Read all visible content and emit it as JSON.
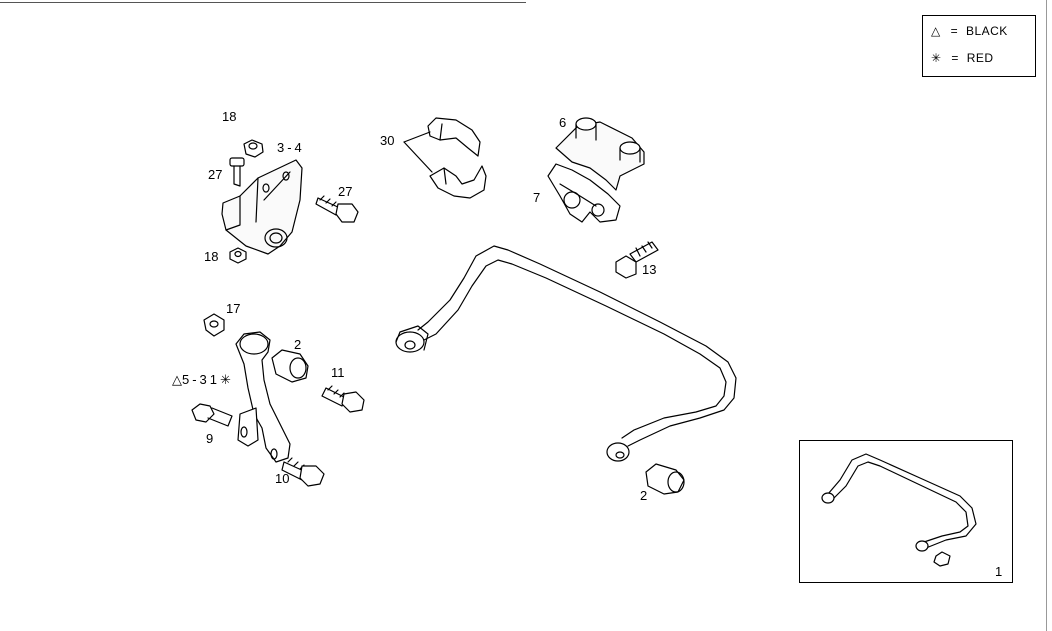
{
  "legend": {
    "black": {
      "symbol": "△",
      "eq": "=",
      "text": "BLACK"
    },
    "red": {
      "symbol": "✳",
      "eq": "=",
      "text": "RED"
    }
  },
  "callouts": {
    "c18a": "18",
    "c34": "3-4",
    "c27a": "27",
    "c27b": "27",
    "c18b": "18",
    "c30": "30",
    "c6": "6",
    "c7": "7",
    "c13": "13",
    "c17": "17",
    "c2a": "2",
    "c531": "5-31",
    "c531_black": "△",
    "c531_red": "✳",
    "c11": "11",
    "c9": "9",
    "c10": "10",
    "c2b": "2",
    "c1": "1"
  }
}
